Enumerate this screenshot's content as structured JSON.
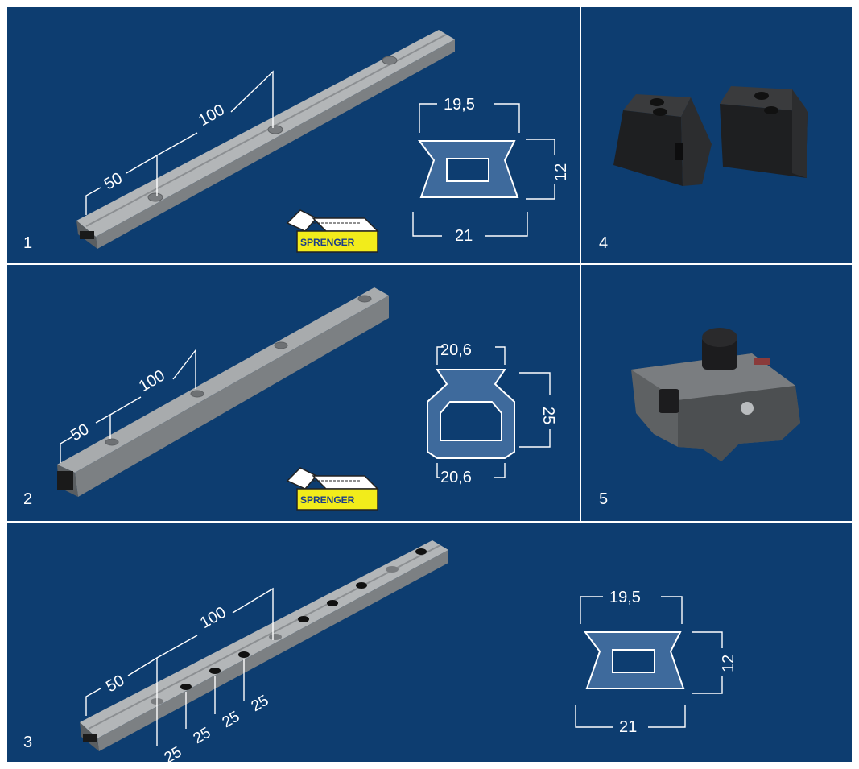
{
  "colors": {
    "panel": "#0d3d70",
    "rail": "#9ea1a3",
    "profile": "#3e6a9c",
    "badge": "#f2ec1b",
    "badge_text": "#1a3c8a"
  },
  "panels": [
    {
      "number": "1",
      "dims": {
        "spacing_a": "50",
        "spacing_b": "100",
        "top_width": "19,5",
        "bottom_width": "21",
        "height": "12"
      }
    },
    {
      "number": "2",
      "dims": {
        "spacing_a": "50",
        "spacing_b": "100",
        "top_width": "20,6",
        "bottom_width": "20,6",
        "height": "25"
      }
    },
    {
      "number": "3",
      "dims": {
        "spacing_a": "50",
        "spacing_b": "100",
        "hole_pitch": [
          "25",
          "25",
          "25",
          "25"
        ],
        "top_width": "19,5",
        "bottom_width": "21",
        "height": "12"
      }
    },
    {
      "number": "4"
    },
    {
      "number": "5"
    }
  ],
  "badge": {
    "label": "SPRENGER"
  },
  "icons": [
    "end-stop-block-icon",
    "track-car-slider-icon",
    "package-box-icon"
  ]
}
